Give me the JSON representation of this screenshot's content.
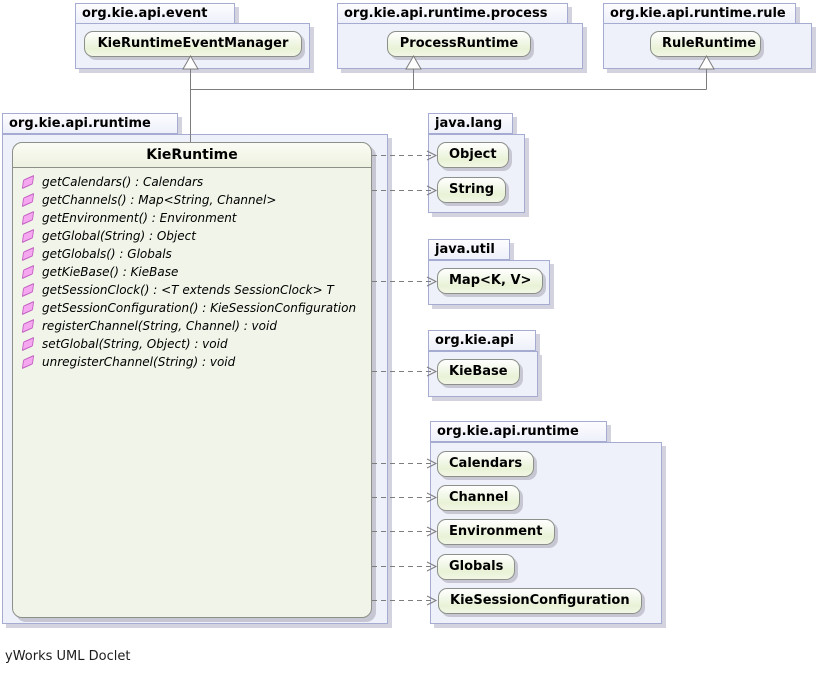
{
  "footer": {
    "text": "yWorks UML Doclet"
  },
  "colors": {
    "package_fill": "#eef0fa",
    "package_border": "#a6abd1",
    "class_fill_green": "#e9f2d6",
    "class_border": "#8b9089",
    "interface_body_fill": "#f1f4e9",
    "method_icon_pink": "#f5a8ef",
    "connector_gray": "#7d7d7d"
  },
  "packages": {
    "event": {
      "name": "org.kie.api.event",
      "classes": [
        "KieRuntimeEventManager"
      ]
    },
    "process": {
      "name": "org.kie.api.runtime.process",
      "classes": [
        "ProcessRuntime"
      ]
    },
    "rule": {
      "name": "org.kie.api.runtime.rule",
      "classes": [
        "RuleRuntime"
      ]
    },
    "runtime_left": {
      "name": "org.kie.api.runtime"
    },
    "java_lang": {
      "name": "java.lang",
      "classes": [
        "Object",
        "String"
      ]
    },
    "java_util": {
      "name": "java.util",
      "classes": [
        "Map<K, V>"
      ]
    },
    "org_kie_api": {
      "name": "org.kie.api",
      "classes": [
        "KieBase"
      ]
    },
    "runtime_right": {
      "name": "org.kie.api.runtime",
      "classes": [
        "Calendars",
        "Channel",
        "Environment",
        "Globals",
        "KieSessionConfiguration"
      ]
    }
  },
  "kie_runtime": {
    "title": "KieRuntime",
    "methods": [
      "getCalendars() : Calendars",
      "getChannels() : Map<String, Channel>",
      "getEnvironment() : Environment",
      "getGlobal(String) : Object",
      "getGlobals() : Globals",
      "getKieBase() : KieBase",
      "getSessionClock() : <T extends SessionClock> T",
      "getSessionConfiguration() : KieSessionConfiguration",
      "registerChannel(String, Channel) : void",
      "setGlobal(String, Object) : void",
      "unregisterChannel(String) : void"
    ]
  }
}
